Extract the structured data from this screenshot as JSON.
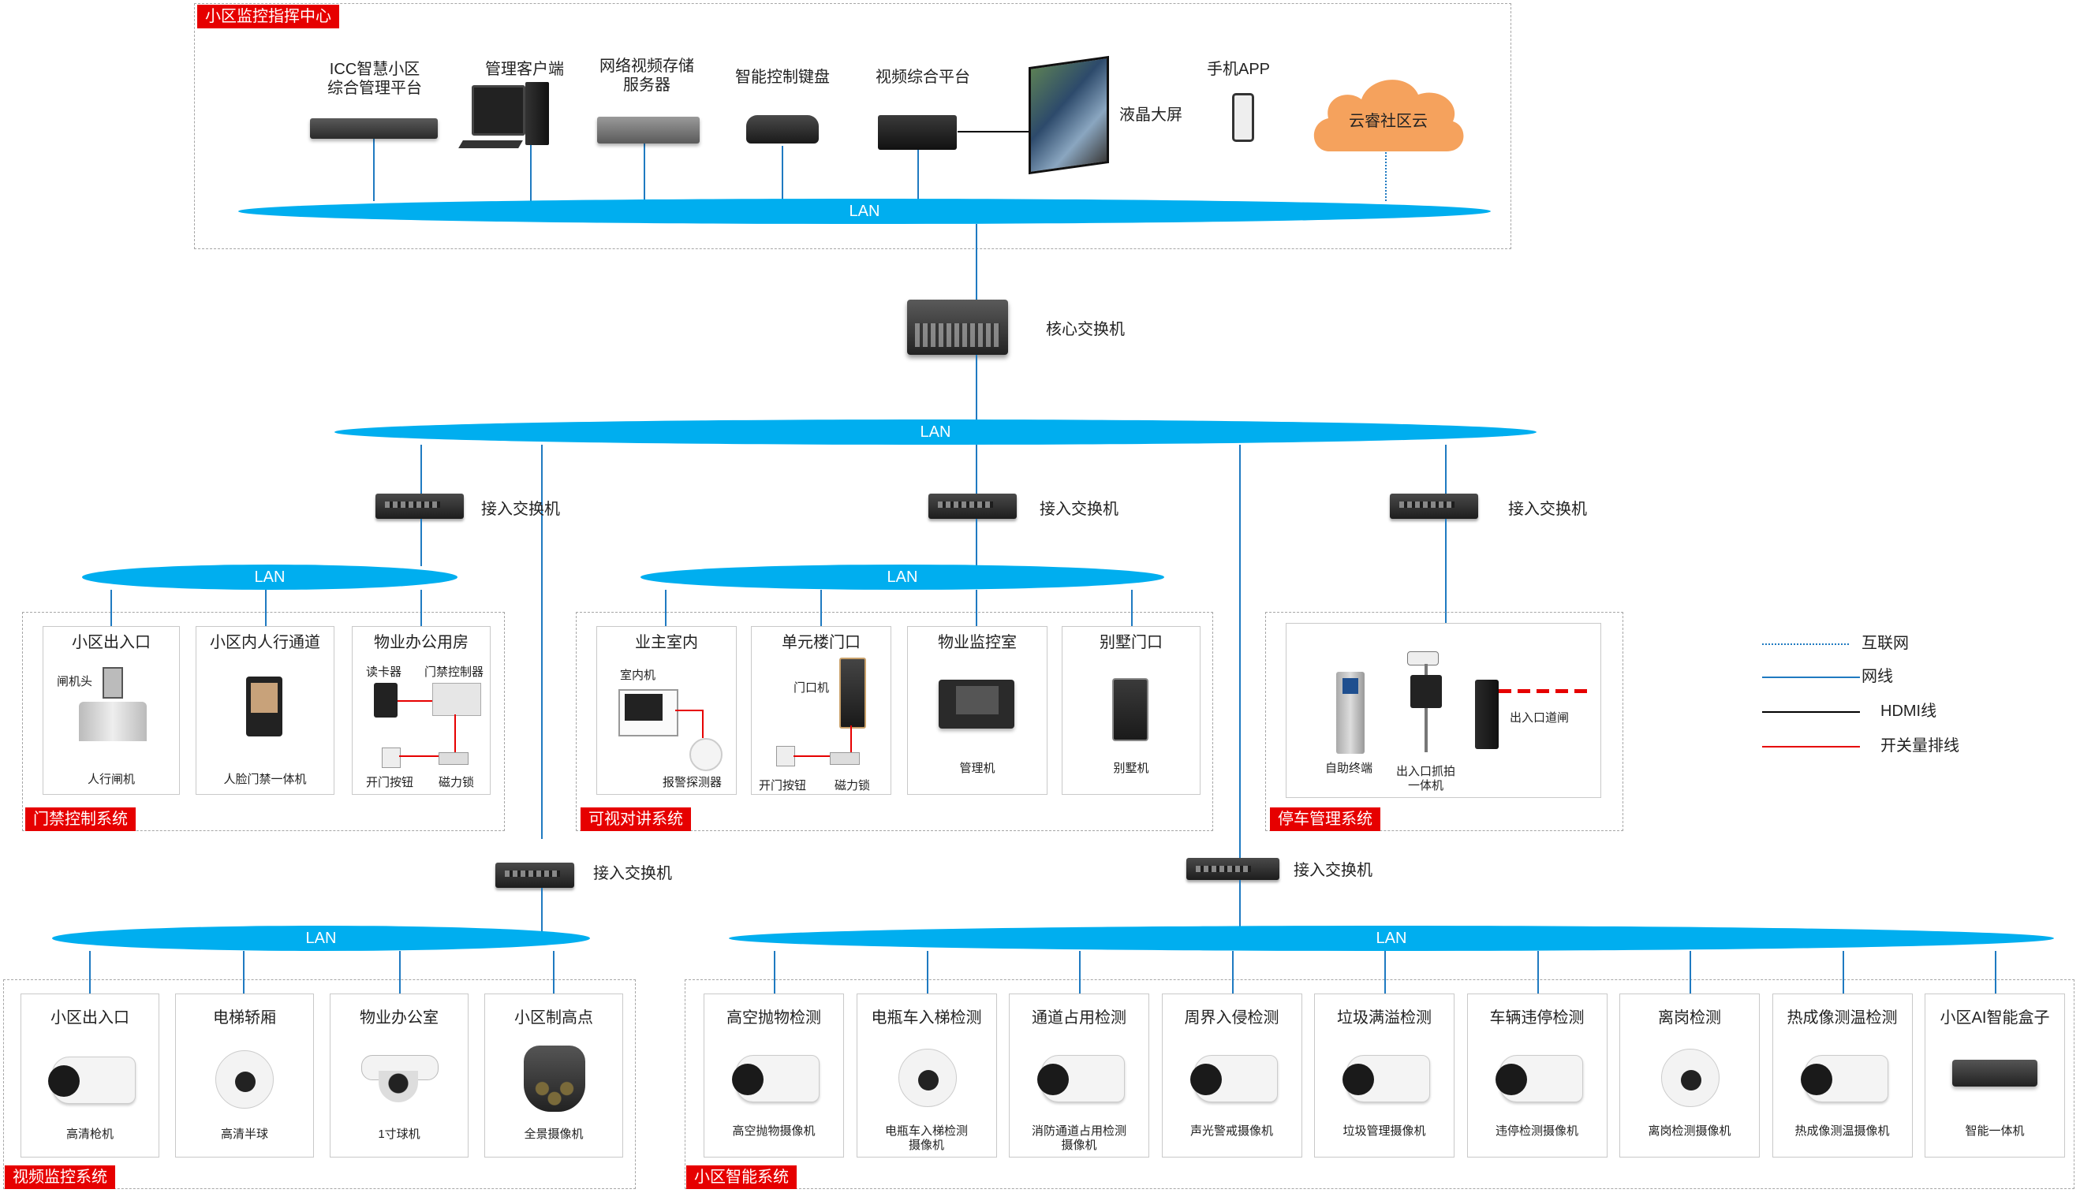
{
  "regions": {
    "command_center": "小区监控指挥中心",
    "access_control": "门禁控制系统",
    "intercom": "可视对讲系统",
    "parking": "停车管理系统",
    "video": "视频监控系统",
    "smart": "小区智能系统"
  },
  "lan_label": "LAN",
  "top_devices": {
    "icc": "ICC智慧小区\n综合管理平台",
    "client": "管理客户端",
    "nvr": "网络视频存储\n服务器",
    "keyboard": "智能控制键盘",
    "video_platform": "视频综合平台",
    "lcd": "液晶大屏",
    "app": "手机APP",
    "cloud": "云睿社区云"
  },
  "core_switch": "核心交换机",
  "access_switch": "接入交换机",
  "access_control": {
    "cards": [
      {
        "title": "小区出入口",
        "labels": [
          "闸机头",
          "人行闸机"
        ]
      },
      {
        "title": "小区内人行通道",
        "labels": [
          "人脸门禁一体机"
        ]
      },
      {
        "title": "物业办公用房",
        "labels": [
          "读卡器",
          "门禁控制器",
          "开门按钮",
          "磁力锁"
        ]
      }
    ]
  },
  "intercom": {
    "cards": [
      {
        "title": "业主室内",
        "labels": [
          "室内机",
          "报警探测器"
        ]
      },
      {
        "title": "单元楼门口",
        "labels": [
          "门口机",
          "开门按钮",
          "磁力锁"
        ]
      },
      {
        "title": "物业监控室",
        "labels": [
          "管理机"
        ]
      },
      {
        "title": "别墅门口",
        "labels": [
          "别墅机"
        ]
      }
    ]
  },
  "parking": {
    "labels": [
      "自助终端",
      "出入口抓拍\n一体机",
      "出入口道闸"
    ]
  },
  "legend": [
    {
      "label": "互联网",
      "color": "#1f7ac1",
      "style": "dotted"
    },
    {
      "label": "网线",
      "color": "#1f7ac1",
      "style": "solid"
    },
    {
      "label": "HDMI线",
      "color": "#000000",
      "style": "solid"
    },
    {
      "label": "开关量排线",
      "color": "#e60000",
      "style": "solid"
    }
  ],
  "video": {
    "cards": [
      {
        "title": "小区出入口",
        "caption": "高清枪机"
      },
      {
        "title": "电梯轿厢",
        "caption": "高清半球"
      },
      {
        "title": "物业办公室",
        "caption": "1寸球机"
      },
      {
        "title": "小区制高点",
        "caption": "全景摄像机"
      }
    ]
  },
  "smart": {
    "cards": [
      {
        "title": "高空抛物检测",
        "caption": "高空抛物摄像机"
      },
      {
        "title": "电瓶车入梯检测",
        "caption": "电瓶车入梯检测\n摄像机"
      },
      {
        "title": "通道占用检测",
        "caption": "消防通道占用检测\n摄像机"
      },
      {
        "title": "周界入侵检测",
        "caption": "声光警戒摄像机"
      },
      {
        "title": "垃圾满溢检测",
        "caption": "垃圾管理摄像机"
      },
      {
        "title": "车辆违停检测",
        "caption": "违停检测摄像机"
      },
      {
        "title": "离岗检测",
        "caption": "离岗检测摄像机"
      },
      {
        "title": "热成像测温检测",
        "caption": "热成像测温摄像机"
      },
      {
        "title": "小区AI智能盒子",
        "caption": "智能一体机"
      }
    ]
  },
  "colors": {
    "lan": "#00aeef",
    "tag": "#e60000",
    "line": "#1f7ac1"
  }
}
